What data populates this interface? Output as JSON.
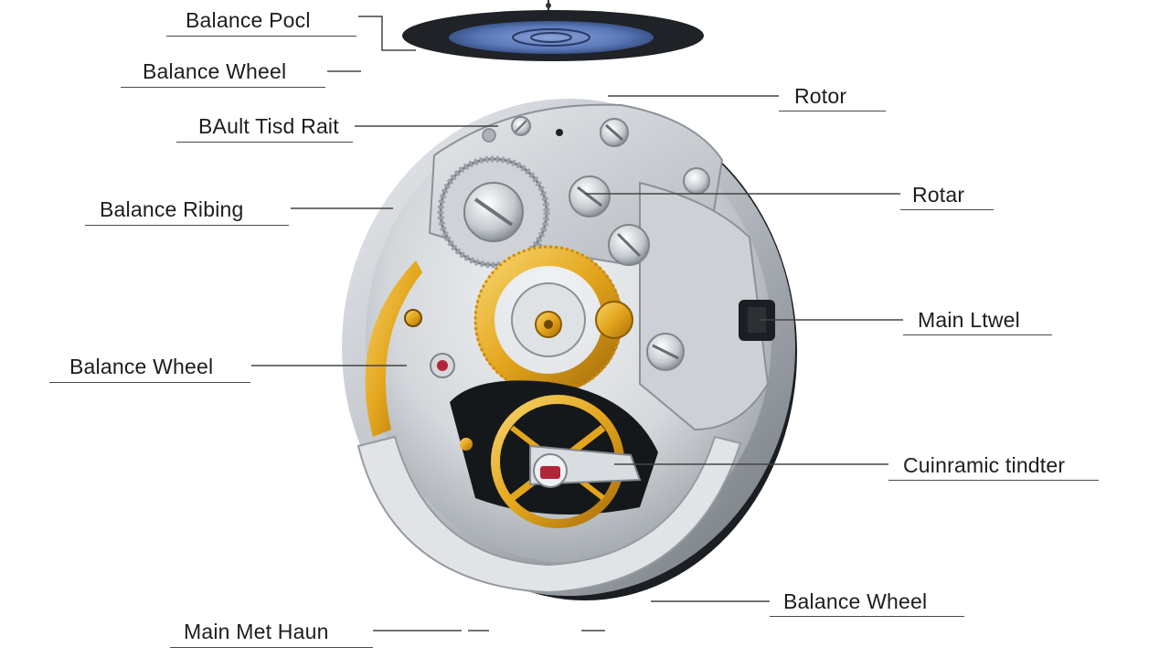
{
  "labels": {
    "balance_pool": "Balance Pocl",
    "balance_wheel_top": "Balance Wheel",
    "built_rait": "BAult Tisd Rait",
    "balance_ribing": "Balance Ribing",
    "balance_wheel_left": "Balance Wheel",
    "main_met_hain": "Main Met Haun",
    "rotor_1": "Rotor",
    "rotar_2": "Rotar",
    "main_ltwel": "Main Ltwel",
    "cuinramic_tindter": "Cuinramic tindter",
    "balance_wheel_bottom": "Balance Wheel"
  },
  "colors": {
    "steel": "#cfd3d8",
    "gold": "#e3a51c",
    "ruby": "#b3263a",
    "dark_rim": "#1b1e22",
    "blue_disc": "#5a78b8"
  }
}
